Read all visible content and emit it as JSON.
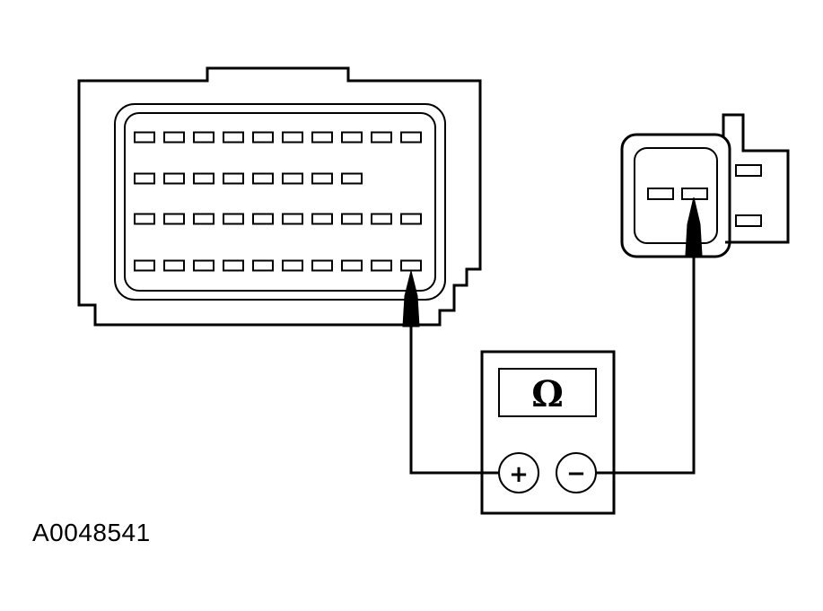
{
  "figure_id": "A0048541",
  "meter": {
    "display_symbol": "Ω",
    "positive_terminal": "+",
    "negative_terminal": "−"
  },
  "connectors": {
    "large": {
      "pin_rows": [
        10,
        8,
        10,
        10
      ],
      "probed_row": 4,
      "probed_pin": 10
    },
    "small": {
      "cavities": 2,
      "probed_cavity": 2
    }
  },
  "colors": {
    "line": "#000000",
    "background": "#ffffff"
  }
}
